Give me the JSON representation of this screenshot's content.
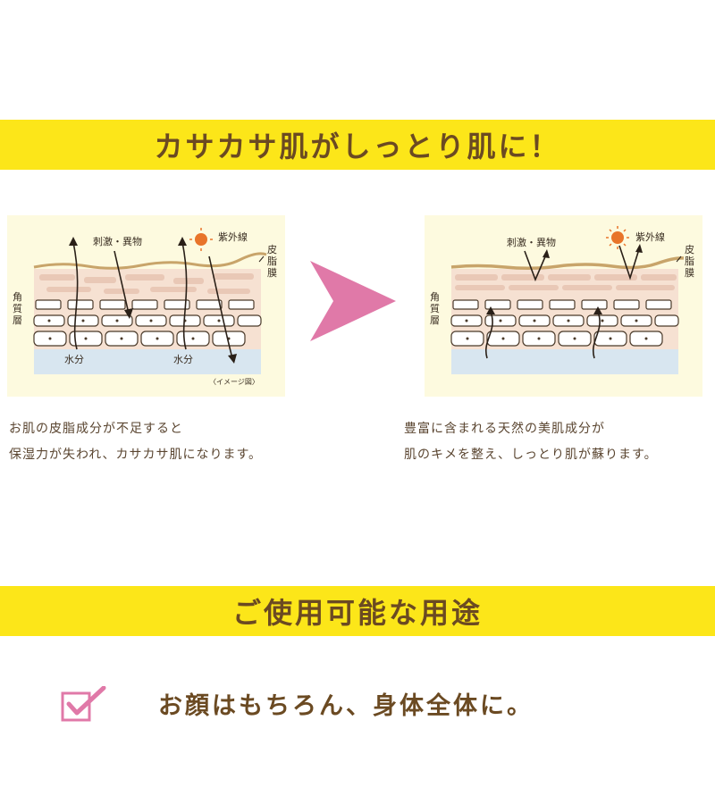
{
  "section1": {
    "title": "カサカサ肌がしっとり肌に！"
  },
  "before_diagram": {
    "label_stimulus": "刺激・異物",
    "label_uv": "紫外線",
    "label_sebum_1": "皮",
    "label_sebum_2": "脂",
    "label_sebum_3": "膜",
    "label_stratum_1": "角",
    "label_stratum_2": "質",
    "label_stratum_3": "層",
    "label_water_1": "水分",
    "label_water_2": "水分",
    "note": "〈イメージ図〉"
  },
  "after_diagram": {
    "label_stimulus": "刺激・異物",
    "label_uv": "紫外線",
    "label_sebum_1": "皮",
    "label_sebum_2": "脂",
    "label_sebum_3": "膜",
    "label_stratum_1": "角",
    "label_stratum_2": "質",
    "label_stratum_3": "層"
  },
  "caption_before": {
    "line1": "お肌の皮脂成分が不足すると",
    "line2": "保湿力が失われ、カサカサ肌になります。"
  },
  "caption_after": {
    "line1": "豊富に含まれる天然の美肌成分が",
    "line2": "肌のキメを整え、しっとり肌が蘇ります。"
  },
  "section2": {
    "title": "ご使用可能な用途"
  },
  "usage": {
    "item1": "お顔はもちろん、身体全体に。"
  },
  "colors": {
    "banner": "#fce619",
    "banner_text": "#6b4a22",
    "arrow": "#e079a8",
    "diagram_bg": "#fdfadf",
    "check": "#e079a8"
  }
}
